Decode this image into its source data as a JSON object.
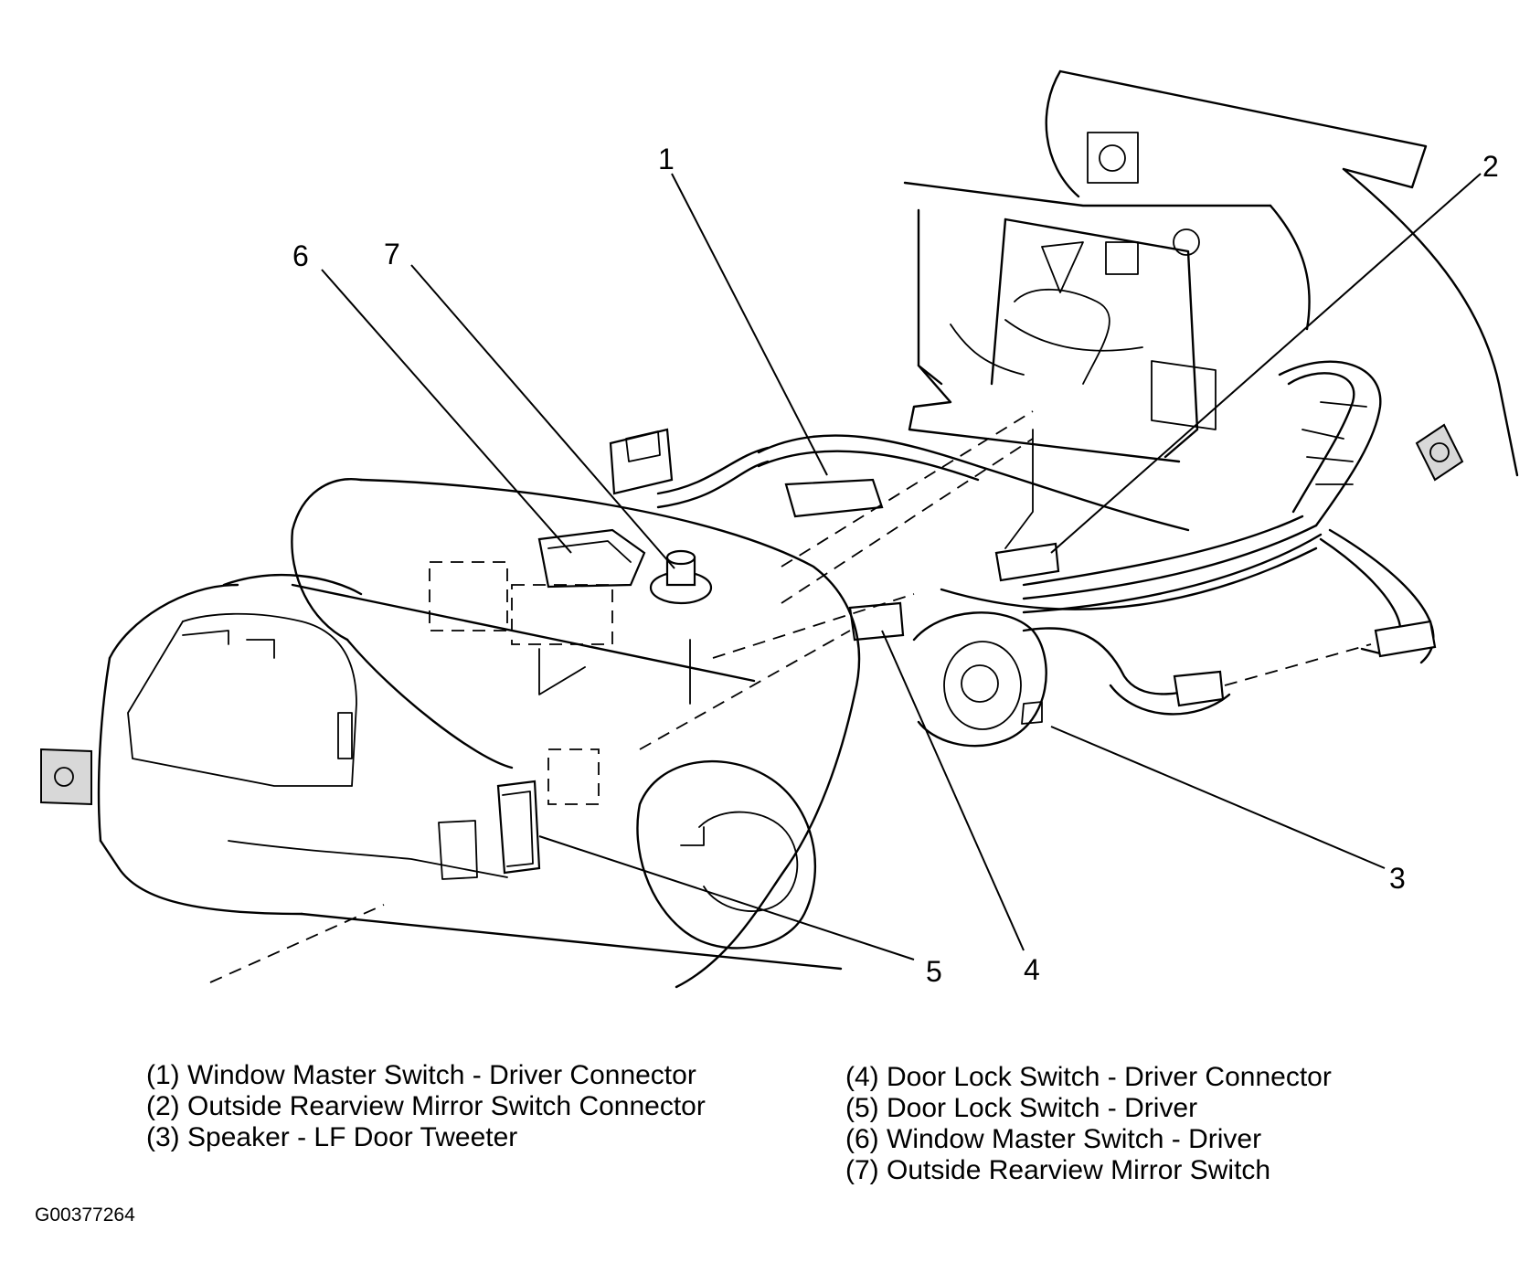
{
  "callouts": {
    "c1": "1",
    "c2": "2",
    "c3": "3",
    "c4": "4",
    "c5": "5",
    "c6": "6",
    "c7": "7"
  },
  "legend_left": [
    "(1) Window Master Switch - Driver Connector",
    "(2) Outside Rearview Mirror Switch Connector",
    "(3) Speaker - LF Door Tweeter"
  ],
  "legend_right": [
    "(4) Door Lock Switch - Driver Connector",
    "(5) Door Lock Switch - Driver",
    "(6) Window Master Switch - Driver",
    "(7) Outside Rearview Mirror Switch"
  ],
  "figure_id": "G00377264"
}
